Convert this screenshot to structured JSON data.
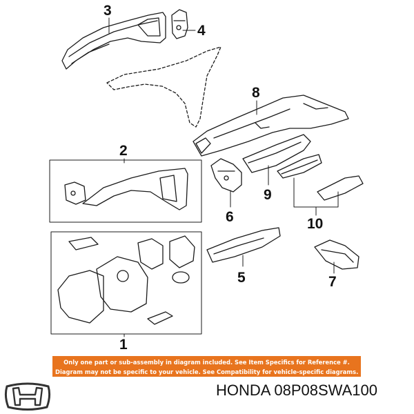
{
  "callouts": {
    "c1": "1",
    "c2": "2",
    "c3": "3",
    "c4": "4",
    "c5": "5",
    "c6": "6",
    "c7": "7",
    "c8": "8",
    "c9": "9",
    "c10": "10"
  },
  "notice": {
    "line1": "Only one part or sub-assembly in diagram included. See Item Specifics for Reference #.",
    "line2": "Diagram may not be specific to your vehicle. See Compatibility for vehicle-specific diagrams."
  },
  "brand": {
    "logo_icon": "honda-h-logo-icon"
  },
  "part_title": "HONDA 08P08SWA100",
  "colors": {
    "notice_bg": "#e8741e",
    "line": "#1a1a1a"
  }
}
